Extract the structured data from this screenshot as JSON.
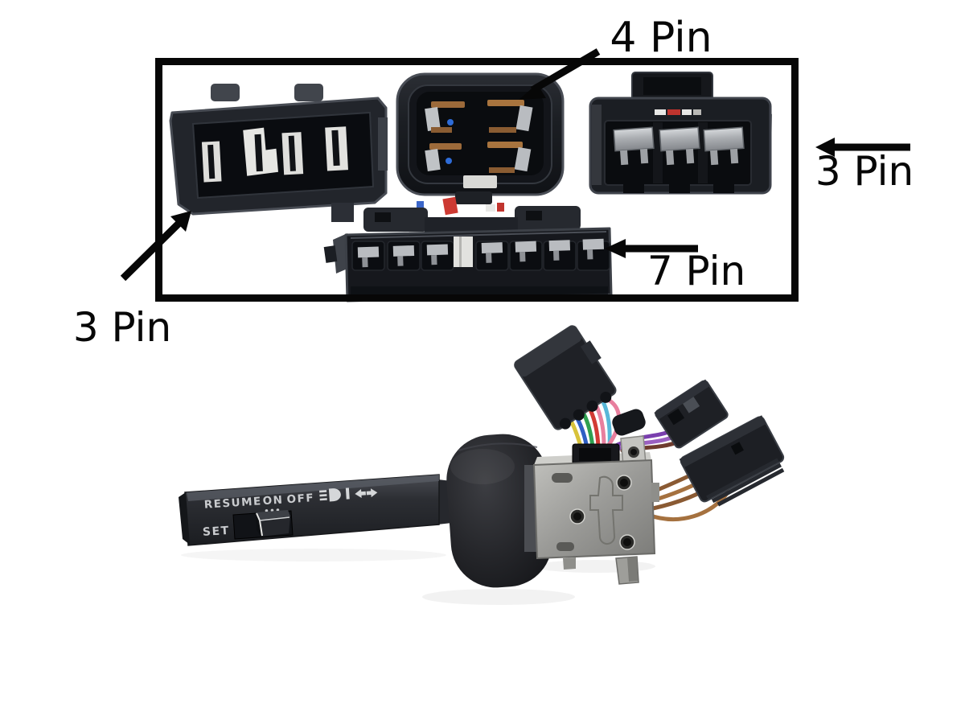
{
  "image_description": "Product photo of a turn signal / cruise control combination switch stalk with its wiring connectors. Four connector close-ups are framed in a black box with hand-drawn arrows and pin-count labels; the switch itself is photographed below.",
  "annotations": {
    "box_stroke_color": "#070707",
    "labels": {
      "four_pin": "4 Pin",
      "three_pin_right": "3 Pin",
      "seven_pin": "7 Pin",
      "three_pin_left": "3 Pin"
    }
  },
  "connectors": {
    "top_left": {
      "label": "3 Pin",
      "pin_count": 3,
      "style": "wide blade socket, two top tabs, four light slots"
    },
    "top_middle": {
      "label": "4 Pin",
      "pin_count": 4,
      "style": "rounded square weather-sealed plug, 2x2 brass terminals"
    },
    "top_right": {
      "label": "3 Pin",
      "pin_count": 3,
      "style": "rectangular plug with top latch tab, three silver terminals, red/white stripe"
    },
    "bottom": {
      "label": "7 Pin",
      "pin_count": 7,
      "style": "long inline connector, seven silver terminals with white polarizing key"
    }
  },
  "stalk": {
    "text": {
      "resume": "RESUME",
      "on": "ON",
      "off": "OFF",
      "set": "SET"
    },
    "icons": [
      "headlight-icon",
      "position-light-icon",
      "turn-signal-arrows-icon"
    ],
    "on_indicator_dots": 3
  },
  "palette": {
    "background": "#ffffff",
    "annotation_black": "#070707",
    "connector_dark": "#1b1e23",
    "connector_rim": "#42464e",
    "terminal_silver": "#bcbfc3",
    "terminal_brass": "#a0703c",
    "metal_body": "#a2a29f",
    "bellows_black": "#202125",
    "stalk_gray": "#2c2e33",
    "stalk_label_gray": "#c9cbce",
    "wire_green": "#2fa050",
    "wire_red": "#d23b34",
    "wire_blue": "#2f5fc4",
    "wire_yellow": "#d8c23a",
    "wire_pink": "#e87f9e",
    "wire_purple": "#7a3fae",
    "wire_brown": "#8a5a33",
    "stripe_red": "#c0342e"
  }
}
